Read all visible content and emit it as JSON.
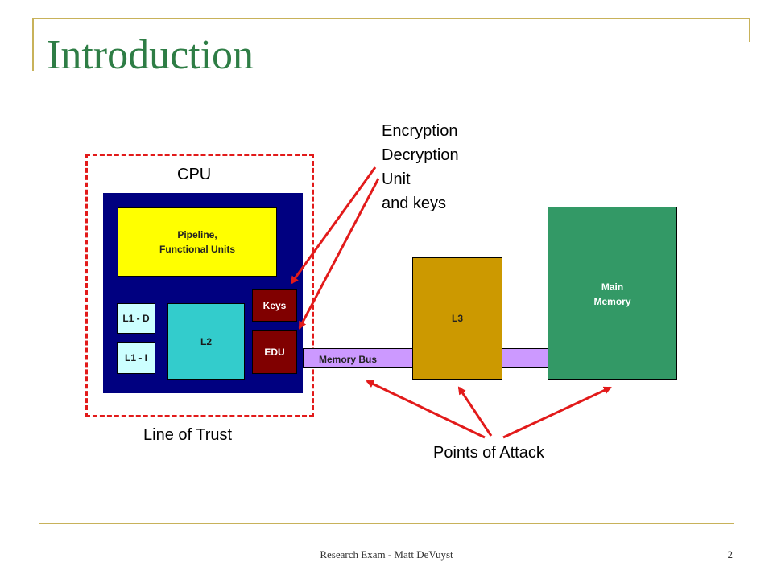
{
  "slide": {
    "title": "Introduction",
    "footer": "Research Exam - Matt DeVuyst",
    "page_number": "2"
  },
  "diagram": {
    "cpu_label": "CPU",
    "pipeline_line1": "Pipeline,",
    "pipeline_line2": "Functional Units",
    "l1_data": "L1 - D",
    "l1_instr": "L1 - I",
    "l2": "L2",
    "keys": "Keys",
    "edu": "EDU",
    "memory_bus": "Memory Bus",
    "l3": "L3",
    "main_memory_line1": "Main",
    "main_memory_line2": "Memory",
    "encryption_lines": [
      "Encryption",
      "Decryption",
      "Unit",
      "and keys"
    ],
    "line_of_trust": "Line of Trust",
    "points_of_attack": "Points of Attack"
  },
  "colors": {
    "title": "#2e7d45",
    "frame": "#c8b25a",
    "cpu": "#000080",
    "pipeline": "#ffff00",
    "l1": "#ccffff",
    "l2": "#33cccc",
    "keys_edu": "#800000",
    "memory_bus": "#cc99ff",
    "l3": "#cc9900",
    "main_memory": "#339966",
    "arrow": "#e21a1a"
  }
}
